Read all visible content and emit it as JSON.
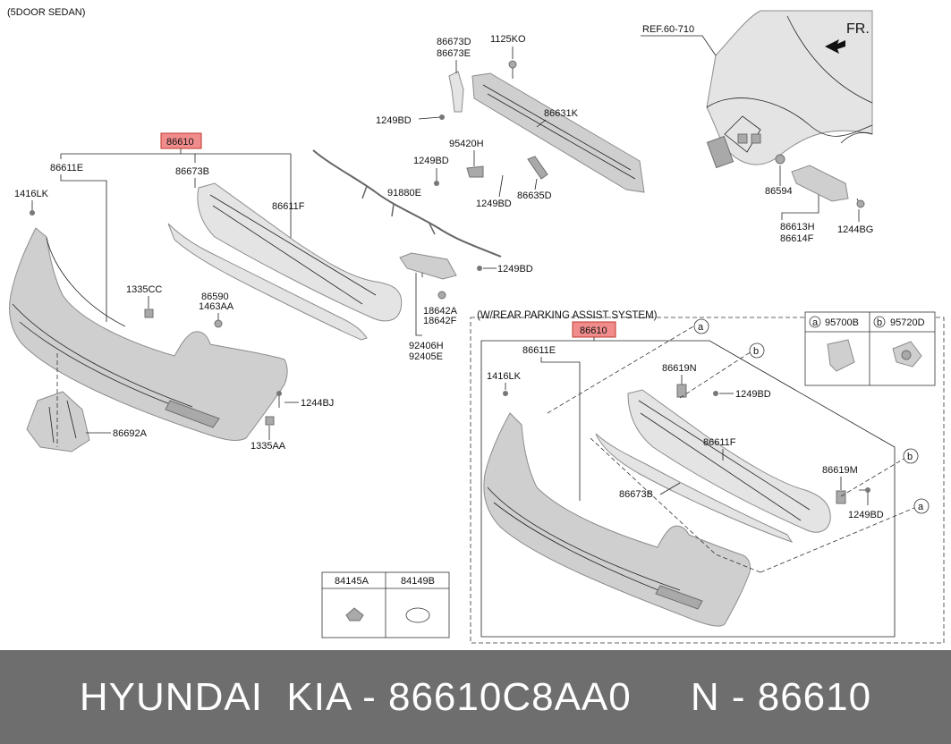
{
  "variant_note": "(5DOOR SEDAN)",
  "ref_label": "REF.60-710",
  "front_label": "FR.",
  "parts": {
    "main_assembly": "86610",
    "bumper_cover": "86611E",
    "lower_lip": "86673B",
    "grille_insert": "86611F",
    "clip_1416": "1416LK",
    "nut_1335cc": "1335CC",
    "clip_86590": "86590",
    "clip_1463": "1463AA",
    "bolt_1244bj": "1244BJ",
    "nut_1335aa": "1335AA",
    "bracket_86692": "86692A",
    "beam_86631": "86631K",
    "bracket_d": "86673D",
    "bracket_e": "86673E",
    "bolt_1125": "1125KO",
    "bolt_1249_a": "1249BD",
    "bolt_1249_b": "1249BD",
    "bolt_1249_c": "1249BD",
    "bolt_1249_d": "1249BD",
    "sensor_95420": "95420H",
    "clip_86635": "86635D",
    "harness_91880": "91880E",
    "lamp_92406": "92406H",
    "lamp_92405": "92405E",
    "bulb_18642a": "18642A",
    "bulb_18642f": "18642F",
    "clip_86594": "86594",
    "bracket_86613": "86613H",
    "bracket_86614": "86614F",
    "bolt_1244bg": "1244BG"
  },
  "pas_section": {
    "title": "(W/REAR PARKING ASSIST SYSTEM)",
    "main_assembly": "86610",
    "bumper_cover": "86611E",
    "clip_1416": "1416LK",
    "holder_n": "86619N",
    "bolt_a": "1249BD",
    "grille_insert": "86611F",
    "holder_m": "86619M",
    "bolt_b": "1249BD",
    "lower_lip": "86673B",
    "callout_a": "a",
    "callout_b": "b",
    "callout_b2": "b",
    "callout_a2": "a",
    "legend": [
      {
        "key": "a",
        "part": "95700B"
      },
      {
        "key": "b",
        "part": "95720D"
      }
    ]
  },
  "fastener_legend": [
    "84145A",
    "84149B"
  ],
  "footer": "HYUNDAI  KIA - 86610C8AA0     N - 86610"
}
